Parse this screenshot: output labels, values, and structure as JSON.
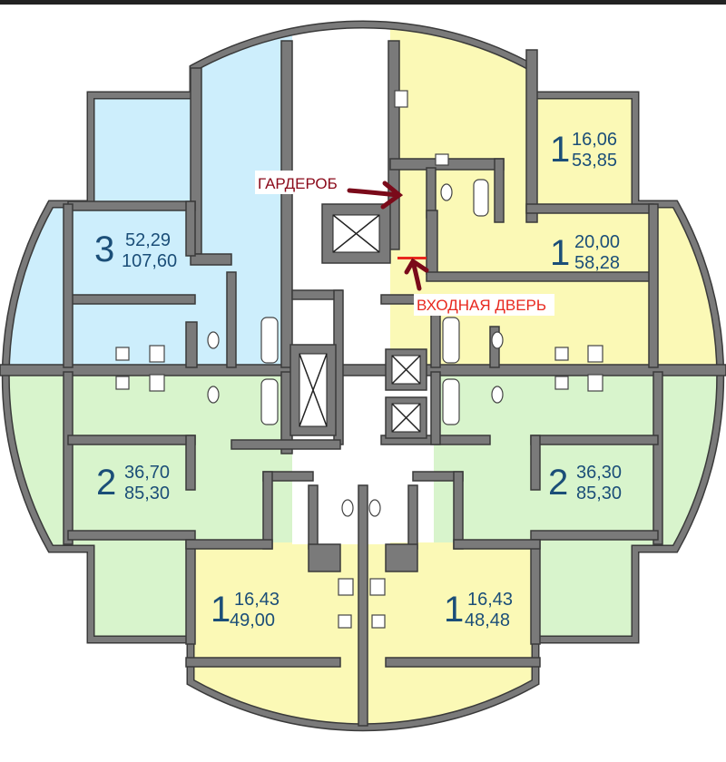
{
  "title": "Floor plan",
  "colors": {
    "three_room": "#cdeefc",
    "one_room": "#fbf9b6",
    "two_room": "#d8f4cc",
    "wall": "#7a7a7a",
    "annotation_dark_red": "#8b0a1a",
    "annotation_red": "#e8281e"
  },
  "apartments": [
    {
      "rooms": "3",
      "living_area": "52,29",
      "total_area": "107,60"
    },
    {
      "rooms": "1",
      "living_area": "16,06",
      "total_area": "53,85"
    },
    {
      "rooms": "1",
      "living_area": "20,00",
      "total_area": "58,28"
    },
    {
      "rooms": "2",
      "living_area": "36,70",
      "total_area": "85,30"
    },
    {
      "rooms": "2",
      "living_area": "36,30",
      "total_area": "85,30"
    },
    {
      "rooms": "1",
      "living_area": "16,43",
      "total_area": "49,00"
    },
    {
      "rooms": "1",
      "living_area": "16,43",
      "total_area": "48,48"
    }
  ],
  "annotations": {
    "wardrobe": "ГАРДЕРОБ",
    "entrance_door": "ВХОДНАЯ ДВЕРЬ"
  }
}
